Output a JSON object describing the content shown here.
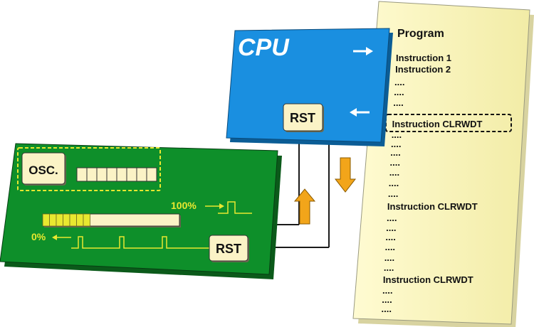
{
  "program": {
    "title": "Program",
    "lines": [
      "Instruction 1",
      "Instruction 2",
      "....",
      "....",
      "....",
      "Instruction CLRWDT",
      "....",
      "....",
      "....",
      "....",
      "....",
      "....",
      "....",
      "Instruction CLRWDT",
      "....",
      "....",
      "....",
      "....",
      "....",
      "....",
      "Instruction CLRWDT",
      "....",
      "....",
      "...."
    ]
  },
  "cpu": {
    "title": "CPU",
    "rst_label": "RST"
  },
  "watchdog": {
    "osc_label": "OSC.",
    "rst_label": "RST",
    "max_label": "100%",
    "min_label": "0%",
    "counter_fill": 0.35
  },
  "colors": {
    "board": "#0e8f2a",
    "board_shadow": "#0b5a1a",
    "cpu": "#1a8fe0",
    "cpu_shadow": "#0b5d96",
    "paper": "#fbf7c0",
    "accent_yellow": "#e8e830",
    "arrow_orange": "#f2a51a",
    "chip": "#fbf3c6"
  }
}
